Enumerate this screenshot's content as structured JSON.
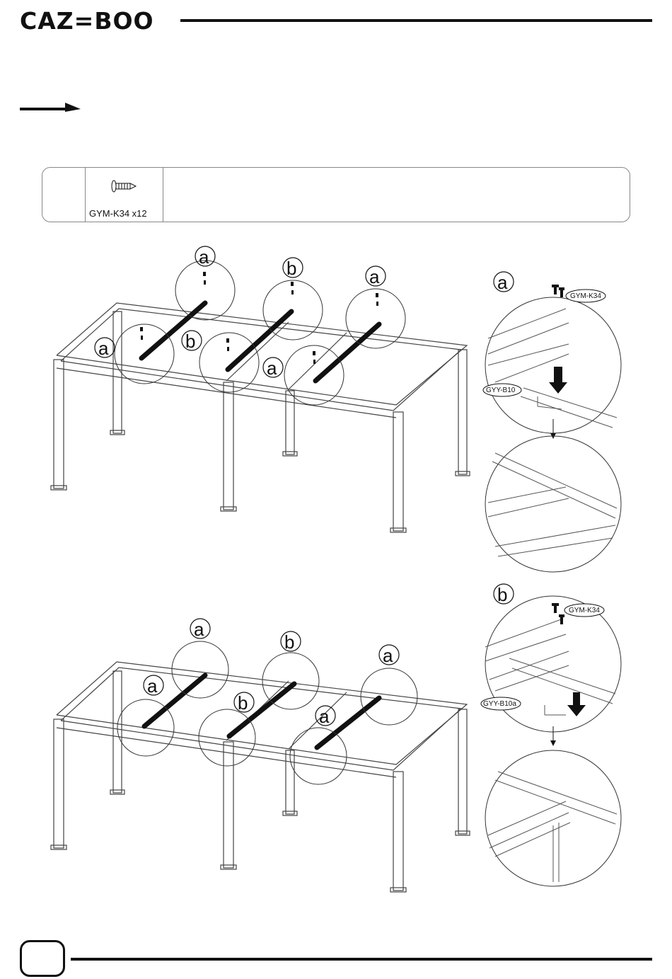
{
  "brand": {
    "logo_text": "CAZ=BOO"
  },
  "parts": [
    {
      "code": "GYM-K34 x12",
      "icon": "screw-icon"
    }
  ],
  "callouts": {
    "a": "a",
    "b": "b"
  },
  "tags": {
    "screw": "GYM-K34",
    "beam_top": "GYY-B10",
    "beam_bottom": "GYY-B10a"
  },
  "icons": {
    "step_arrow": "arrow-right-icon",
    "page_number_box": "page-number-box"
  },
  "colors": {
    "ink": "#111111",
    "frame": "#444444",
    "beam": "#111111"
  }
}
